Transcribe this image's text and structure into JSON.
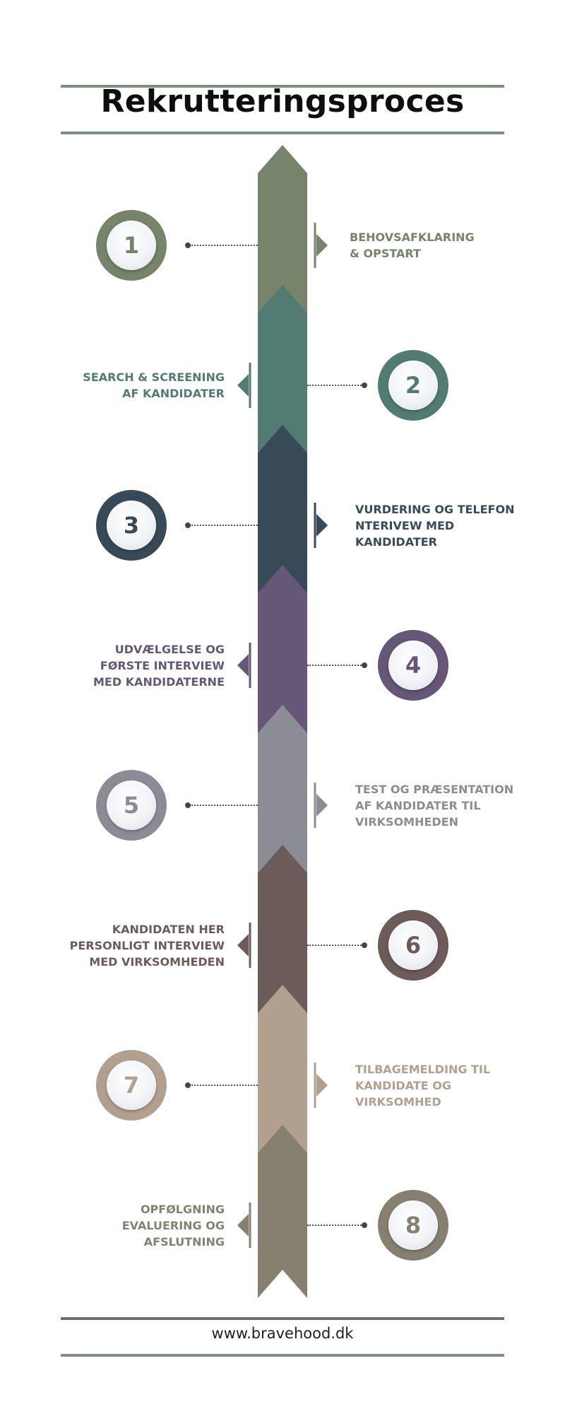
{
  "title": "Rekrutteringsproces",
  "footer": {
    "url": "www.bravehood.dk"
  },
  "colors": {
    "rule_top": "#7a8f7e",
    "rule_bottom": "#6a6d7c"
  },
  "steps": [
    {
      "number": "1",
      "label": "BEHOVSAFKLARING\n& OPSTART",
      "side": "right",
      "color": "#75846a"
    },
    {
      "number": "2",
      "label": "SEARCH & SCREENING\nAF KANDIDATER",
      "side": "left",
      "color": "#527b74"
    },
    {
      "number": "3",
      "label": "VURDERING OG TELEFON\nNTERIVEW MED\nKANDIDATER",
      "side": "right",
      "color": "#384a58"
    },
    {
      "number": "4",
      "label": "UDVÆLGELSE  OG\nFØRSTE INTERVIEW\nMED KANDIDATERNE",
      "side": "left",
      "color": "#665677"
    },
    {
      "number": "5",
      "label": "TEST OG PRÆSENTATION\nAF KANDIDATER TIL\nVIRKSOMHEDEN",
      "side": "right",
      "color": "#8b8c96"
    },
    {
      "number": "6",
      "label": "KANDIDATEN HER\nPERSONLIGT INTERVIEW\nMED VIRKSOMHEDEN",
      "side": "left",
      "color": "#6d5b59"
    },
    {
      "number": "7",
      "label": "TILBAGEMELDING TIL\nKANDIDATE OG\nVIRKSOMHED",
      "side": "right",
      "color": "#b1a08e"
    },
    {
      "number": "8",
      "label": "OPFØLGNING\nEVALUERING OG\nAFSLUTNING",
      "side": "left",
      "color": "#878070"
    }
  ]
}
